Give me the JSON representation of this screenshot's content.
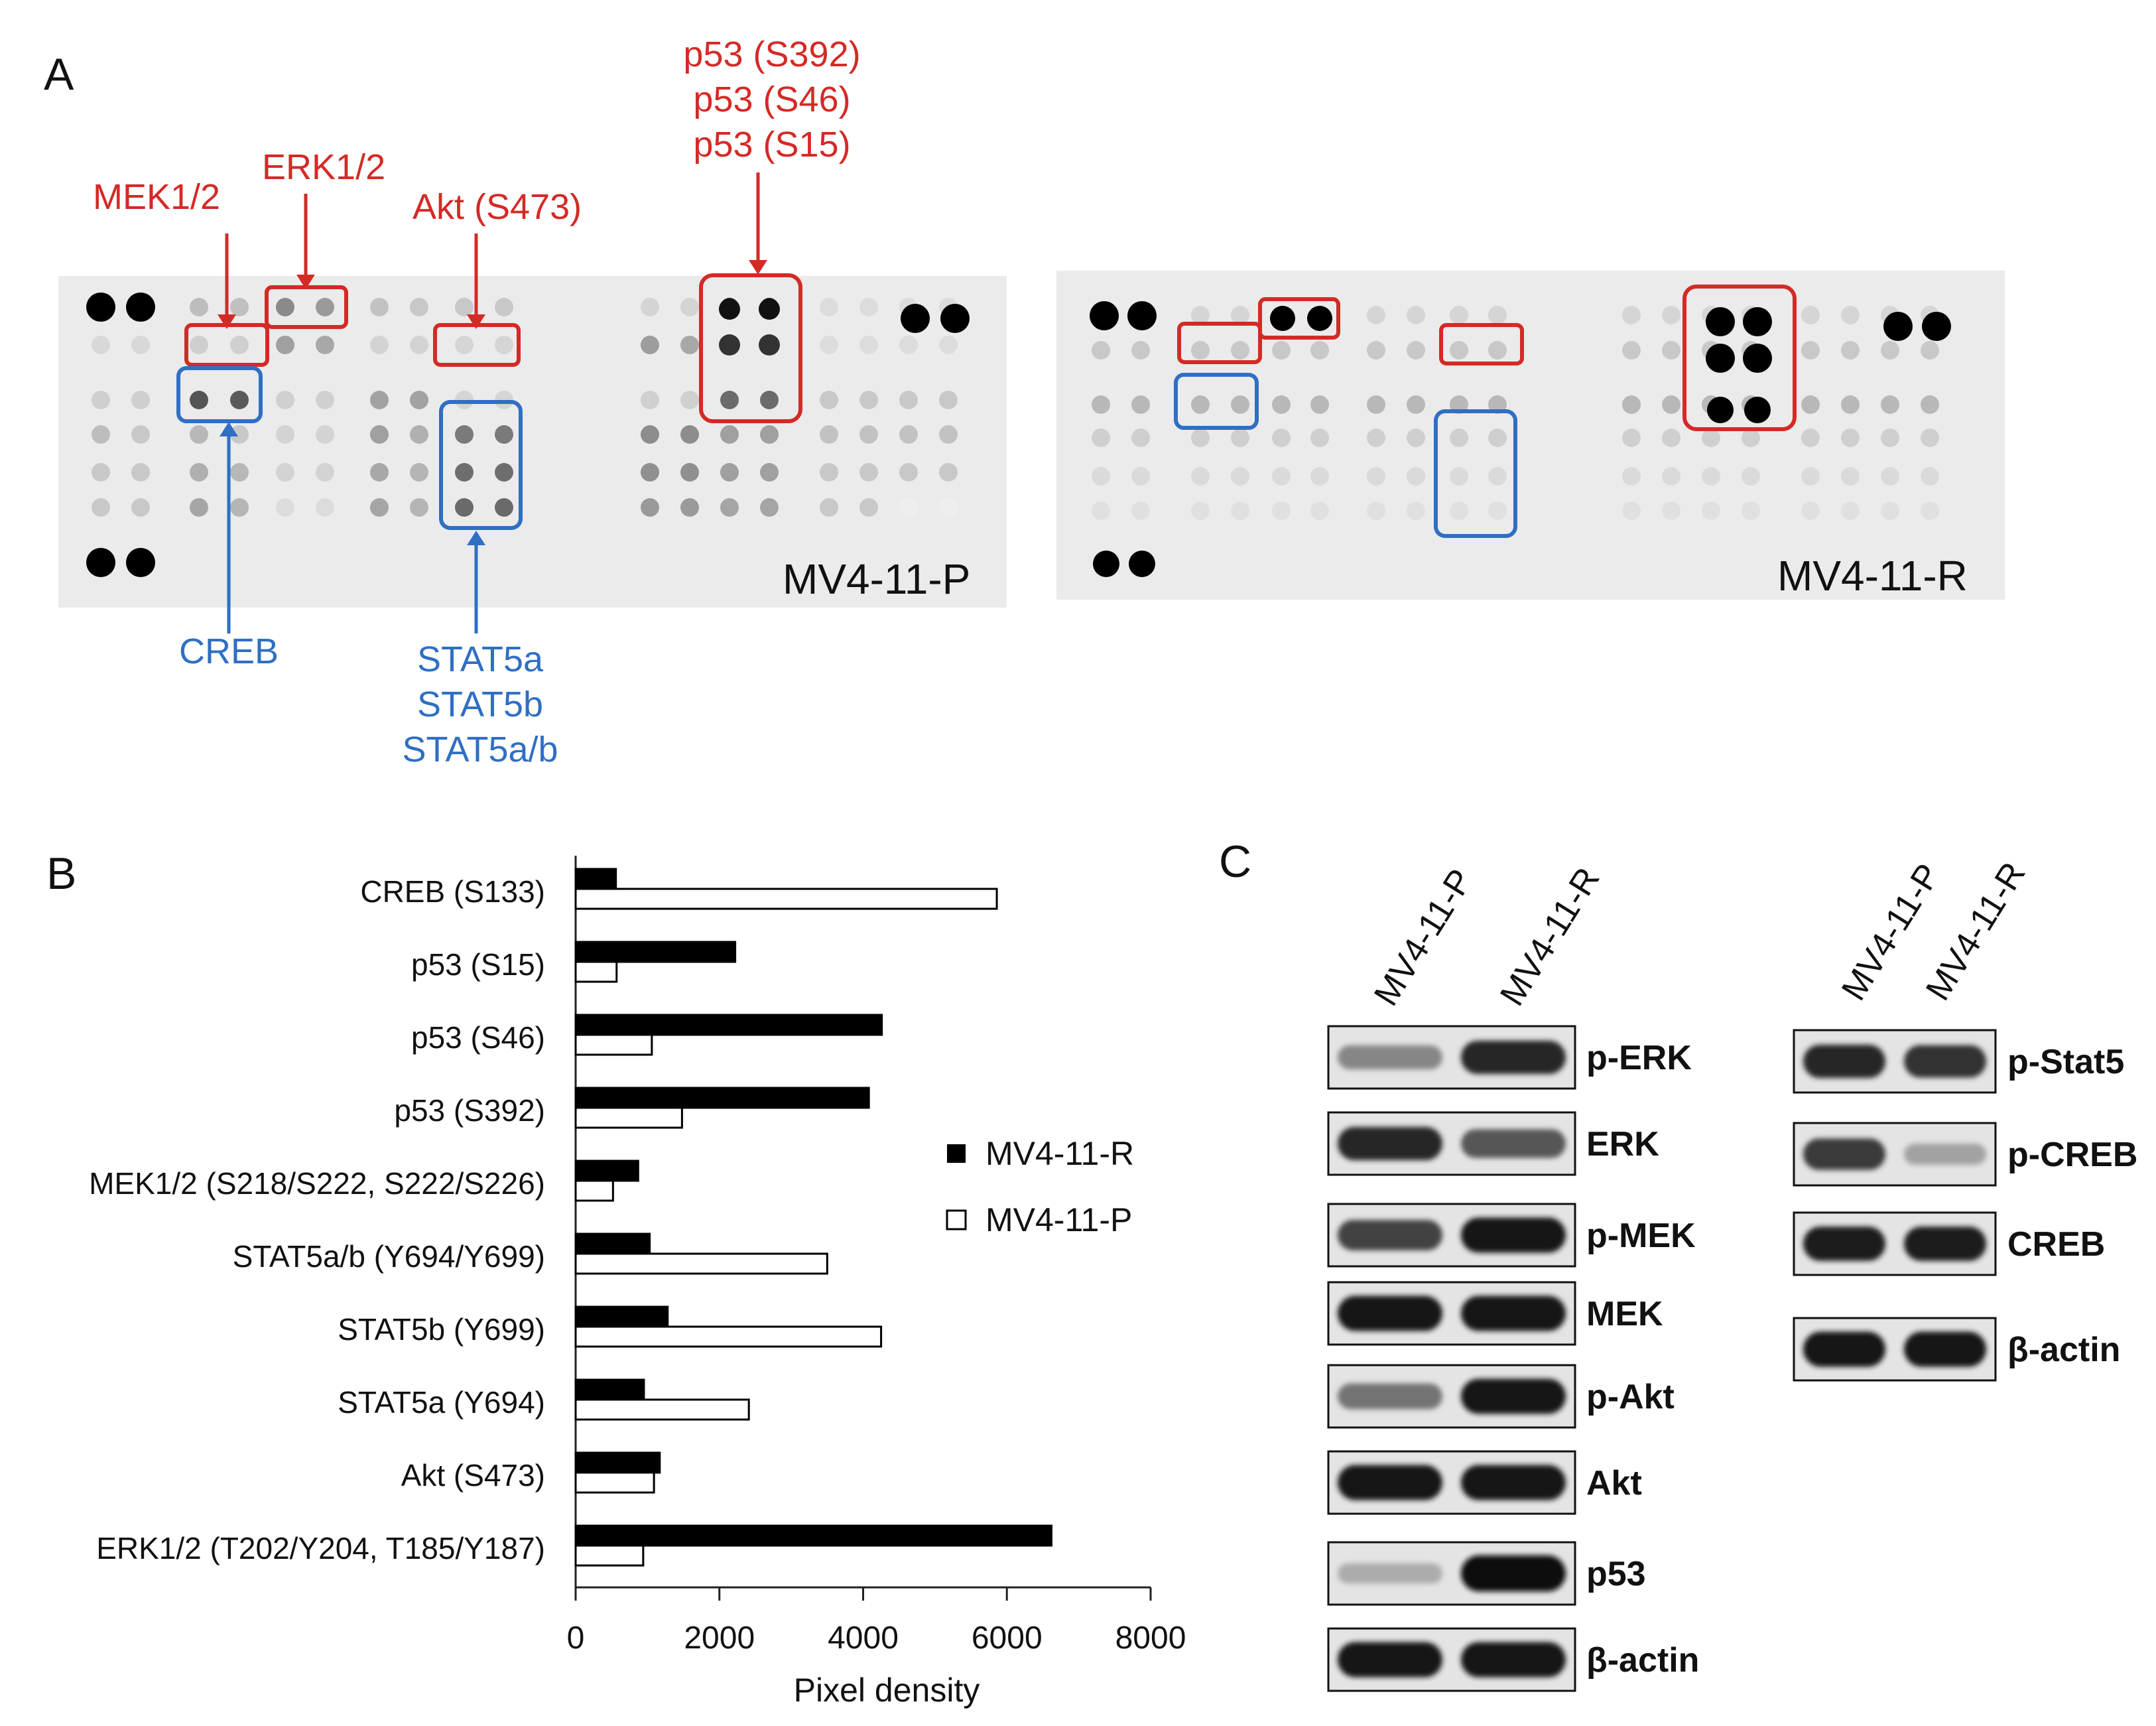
{
  "panels": {
    "a": "A",
    "b": "B",
    "c": "C"
  },
  "panel_a": {
    "blot_labels": [
      "MV4-11-P",
      "MV4-11-R"
    ],
    "red_labels": [
      "MEK1/2",
      "ERK1/2",
      "Akt (S473)",
      "p53 (S392)",
      "p53 (S46)",
      "p53 (S15)"
    ],
    "blue_labels": [
      "CREB",
      "STAT5a",
      "STAT5b",
      "STAT5a/b"
    ],
    "colors": {
      "red": "#d42a26",
      "blue": "#2f6fc4"
    }
  },
  "chart_data": {
    "type": "bar",
    "orientation": "horizontal",
    "categories": [
      "CREB (S133)",
      "p53 (S15)",
      "p53 (S46)",
      "p53 (S392)",
      "MEK1/2 (S218/S222, S222/S226)",
      "STAT5a/b (Y694/Y699)",
      "STAT5b (Y699)",
      "STAT5a (Y694)",
      "Akt (S473)",
      "ERK1/2 (T202/Y204, T185/Y187)"
    ],
    "series": [
      {
        "name": "MV4-11-R",
        "fill": "#000000",
        "values": [
          560,
          2220,
          4260,
          4080,
          870,
          1030,
          1280,
          950,
          1170,
          6620
        ]
      },
      {
        "name": "MV4-11-P",
        "fill": "#ffffff",
        "values": [
          5860,
          570,
          1060,
          1480,
          520,
          3500,
          4250,
          2410,
          1090,
          940
        ]
      }
    ],
    "xlabel": "Pixel density",
    "ylabel": "",
    "xlim": [
      0,
      8000
    ],
    "xticks": [
      "0",
      "2000",
      "4000",
      "6000",
      "8000"
    ],
    "legend_position": "right"
  },
  "panel_c": {
    "lanes": [
      "MV4-11-P",
      "MV4-11-R"
    ],
    "left_blots": [
      "p-ERK",
      "ERK",
      "p-MEK",
      "MEK",
      "p-Akt",
      "Akt",
      "p53",
      "β-actin"
    ],
    "right_blots": [
      "p-Stat5",
      "p-CREB",
      "CREB",
      "β-actin"
    ]
  }
}
